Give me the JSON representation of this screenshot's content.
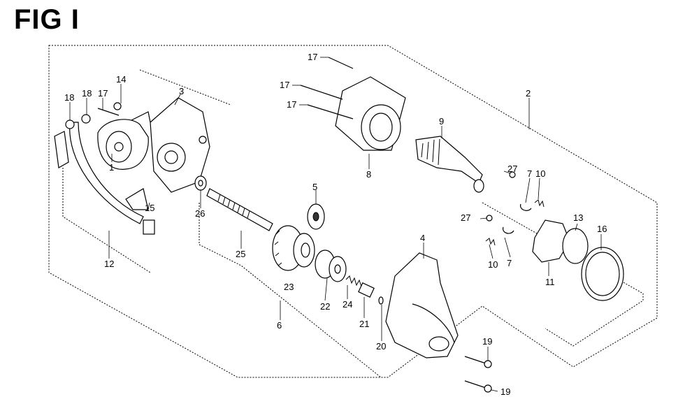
{
  "figure": {
    "title": "FIG I"
  },
  "callouts": {
    "c1": "1",
    "c2": "2",
    "c3": "3",
    "c4": "4",
    "c5": "5",
    "c6": "6",
    "c7a": "7",
    "c7b": "7",
    "c8": "8",
    "c9": "9",
    "c10a": "10",
    "c10b": "10",
    "c11": "11",
    "c12": "12",
    "c13": "13",
    "c14": "14",
    "c15": "15",
    "c16": "16",
    "c17a": "17",
    "c17b": "17",
    "c17c": "17",
    "c17d": "17",
    "c18a": "18",
    "c18b": "18",
    "c19a": "19",
    "c19b": "19",
    "c20": "20",
    "c21": "21",
    "c22": "22",
    "c23": "23",
    "c24": "24",
    "c25": "25",
    "c26": "26",
    "c27a": "27",
    "c27b": "27"
  }
}
